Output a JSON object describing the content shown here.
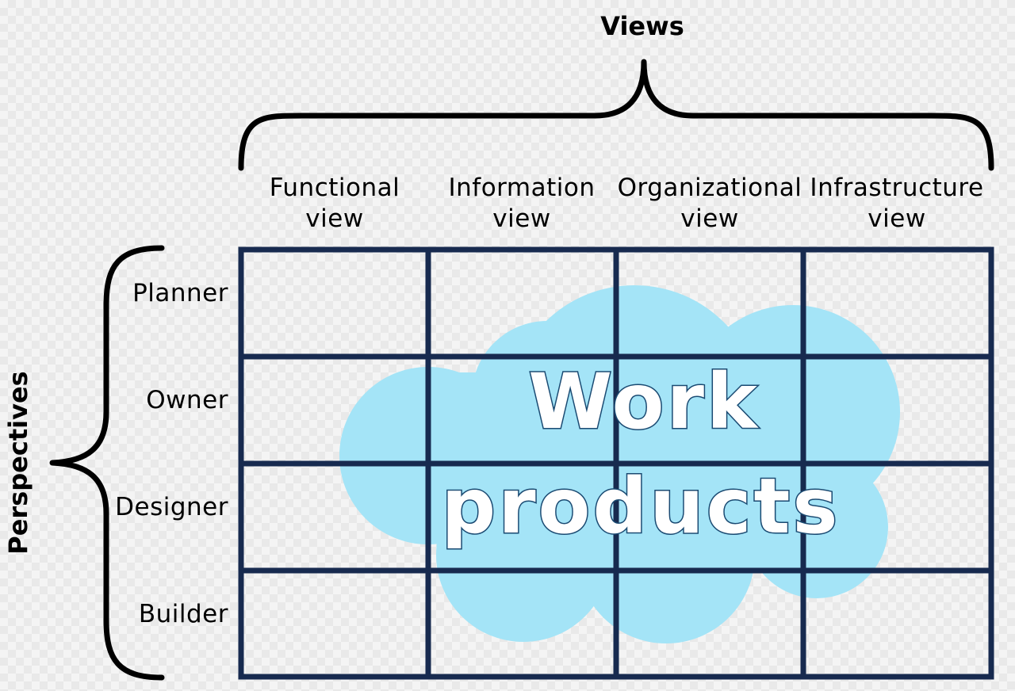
{
  "views": {
    "title": "Views",
    "columns": [
      {
        "line1": "Functional",
        "line2": "view"
      },
      {
        "line1": "Information",
        "line2": "view"
      },
      {
        "line1": "Organizational",
        "line2": "view"
      },
      {
        "line1": "Infrastructure",
        "line2": "view"
      }
    ]
  },
  "perspectives": {
    "title": "Perspectives",
    "rows": [
      "Planner",
      "Owner",
      "Designer",
      "Builder"
    ]
  },
  "center": {
    "line1": "Work",
    "line2": "products"
  },
  "colors": {
    "grid": "#172a4f",
    "cloud": "#a4e4f7",
    "text_fill": "#ffffff",
    "text_stroke": "#1a4a72",
    "brace": "#000000"
  }
}
